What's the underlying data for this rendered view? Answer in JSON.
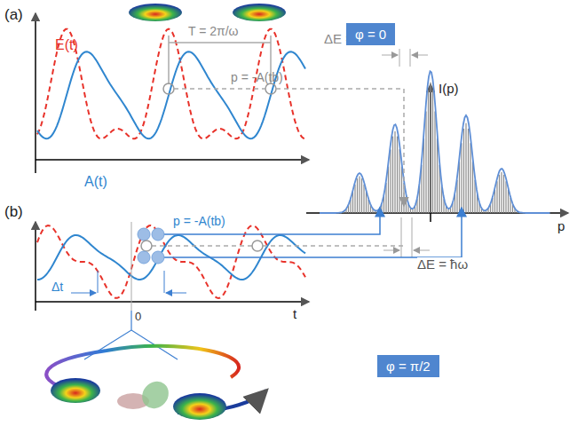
{
  "diagram": {
    "nodes": [
      {
        "text": [
          "φ = 0"
        ]
      },
      {
        "text": [
          "φ = π/2"
        ]
      }
    ],
    "labels": [
      "(a)",
      "T = 2π/ω",
      "E(t)",
      "p = -A(tb)",
      "A(t)",
      "ΔE = ħω",
      "I(p)",
      "(b)",
      "p = -A(tb)",
      "t",
      "ΔE = ħω",
      "p",
      "Δt",
      "0"
    ]
  }
}
